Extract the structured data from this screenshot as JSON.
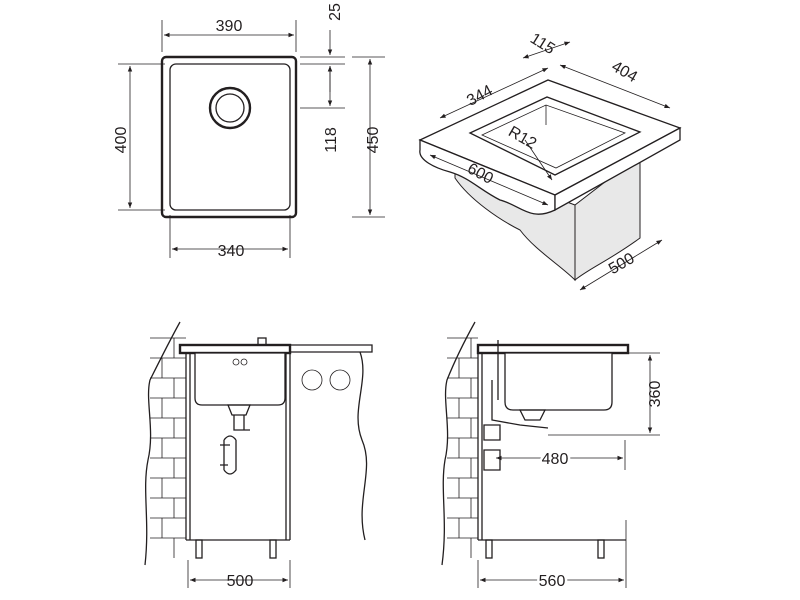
{
  "top_view": {
    "width_outer": "390",
    "rim_offset": "25",
    "height_inner": "400",
    "drain_offset": "118",
    "height_outer": "450",
    "width_inner": "340"
  },
  "iso_view": {
    "depth_back": "115",
    "cutout_width": "344",
    "cutout_depth": "404",
    "corner_radius": "R12",
    "cabinet_width": "600",
    "cabinet_depth": "500"
  },
  "side_view_left": {
    "cabinet_depth": "500"
  },
  "side_view_right": {
    "drain_distance": "480",
    "bowl_depth": "360",
    "cabinet_depth": "560"
  },
  "colors": {
    "line": "#231f20",
    "background": "#ffffff"
  }
}
